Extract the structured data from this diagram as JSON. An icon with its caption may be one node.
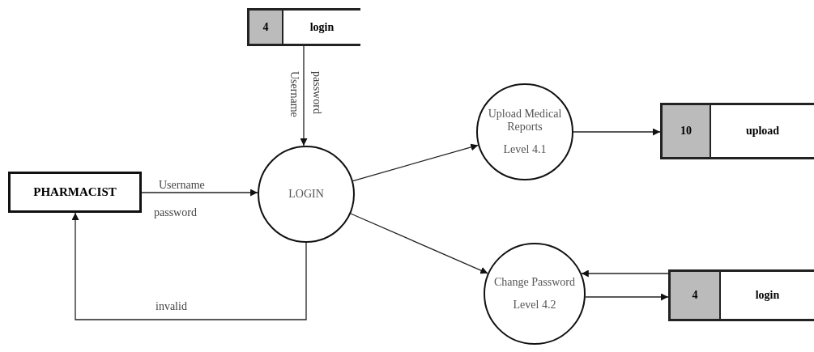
{
  "diagram": {
    "nodes": [
      {
        "text": [
          "4",
          "login"
        ]
      },
      {
        "text": [
          "PHARMACIST"
        ]
      },
      {
        "text": [
          "LOGIN"
        ]
      },
      {
        "text": [
          "Upload Medical Reports",
          "Level 4.1"
        ]
      },
      {
        "text": [
          "10",
          "upload"
        ]
      },
      {
        "text": [
          "Change Password",
          "Level 4.2"
        ]
      },
      {
        "text": [
          "4",
          "login"
        ]
      }
    ],
    "edges": [
      {
        "from": 0,
        "to": 2,
        "arrow": "to",
        "label": "Username"
      },
      {
        "from": 1,
        "to": 2,
        "arrow": "to",
        "label": "Username"
      },
      {
        "from": 2,
        "to": 1,
        "arrow": "to",
        "label": "invalid"
      },
      {
        "from": 2,
        "to": 3,
        "arrow": "to"
      },
      {
        "from": 2,
        "to": 5,
        "arrow": "to"
      },
      {
        "from": 3,
        "to": 4,
        "arrow": "to"
      },
      {
        "from": 6,
        "to": 5,
        "arrow": "to"
      },
      {
        "from": 5,
        "to": 6,
        "arrow": "to"
      }
    ],
    "labels": [
      "password",
      "password"
    ]
  }
}
